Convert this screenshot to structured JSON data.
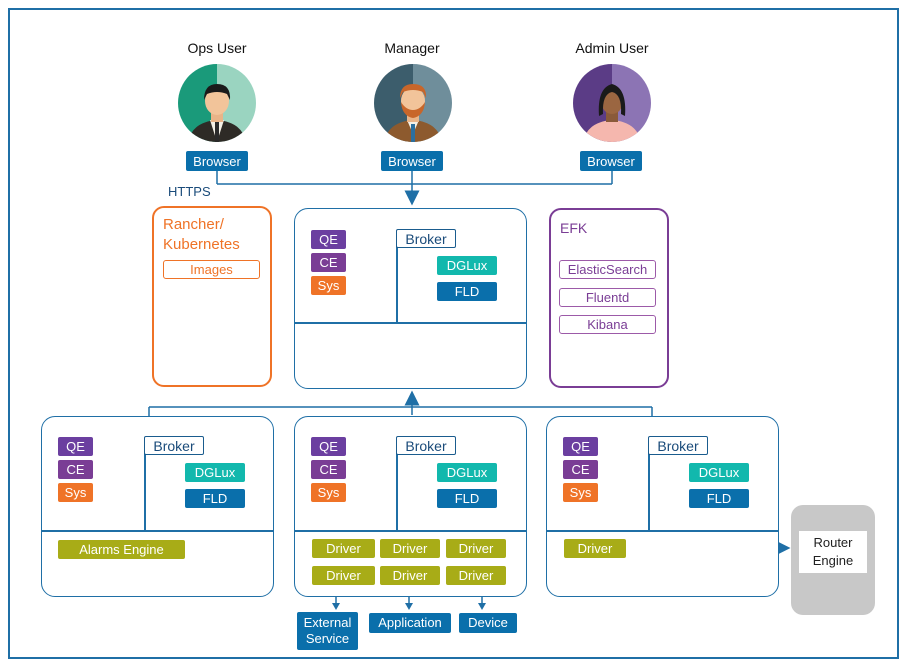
{
  "users": [
    {
      "label": "Ops User",
      "browser": "Browser"
    },
    {
      "label": "Manager",
      "browser": "Browser"
    },
    {
      "label": "Admin User",
      "browser": "Browser"
    }
  ],
  "https_label": "HTTPS",
  "rancher": {
    "title": "Rancher/\nKubernetes",
    "images": "Images"
  },
  "efk": {
    "title": "EFK",
    "items": [
      "ElasticSearch",
      "Fluentd",
      "Kibana"
    ]
  },
  "node_labels": {
    "qe": "QE",
    "ce": "CE",
    "sys": "Sys",
    "broker": "Broker",
    "dglux": "DGLux",
    "fld": "FLD"
  },
  "alarms_engine": "Alarms Engine",
  "driver": "Driver",
  "router_engine": "Router\nEngine",
  "external": {
    "service": "External\nService",
    "application": "Application",
    "device": "Device"
  },
  "colors": {
    "frame": "#1f6fa6",
    "blue": "#0a6fab",
    "purple": "#6b3fa0",
    "orange": "#ef7327",
    "teal": "#12b8ad",
    "olive": "#a8ac17",
    "efk": "#7a3d95",
    "router_bg": "#c8c8c8"
  }
}
